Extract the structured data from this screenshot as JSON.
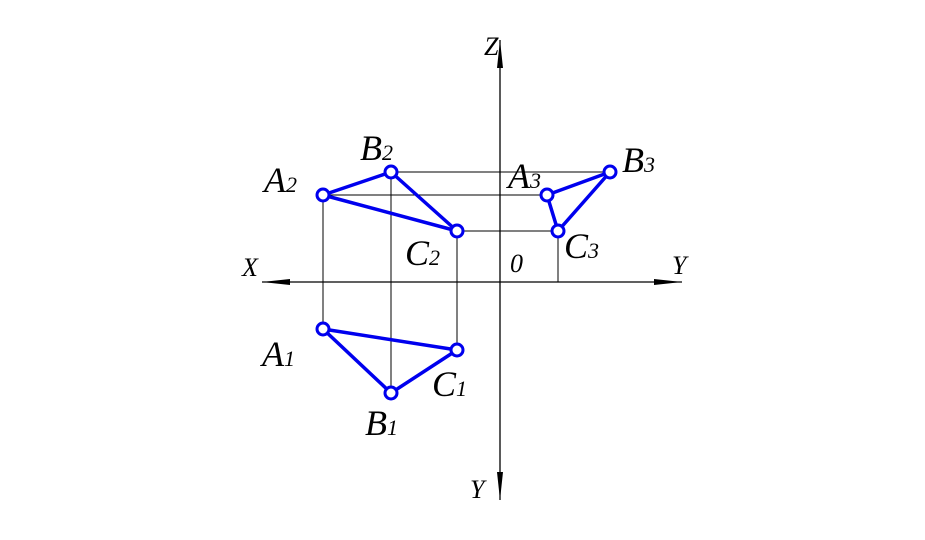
{
  "axes": {
    "z": "Z",
    "x": "X",
    "y_right": "Y",
    "y_down": "Y",
    "origin": "0"
  },
  "points": {
    "A2": {
      "letter": "A",
      "index": "2"
    },
    "B2": {
      "letter": "B",
      "index": "2"
    },
    "C2": {
      "letter": "C",
      "index": "2"
    },
    "A1": {
      "letter": "A",
      "index": "1"
    },
    "B1": {
      "letter": "B",
      "index": "1"
    },
    "C1": {
      "letter": "C",
      "index": "1"
    },
    "A3": {
      "letter": "A",
      "index": "3"
    },
    "B3": {
      "letter": "B",
      "index": "3"
    },
    "C3": {
      "letter": "C",
      "index": "3"
    }
  },
  "colors": {
    "triangle": "#0000ee",
    "lines": "#000000"
  }
}
